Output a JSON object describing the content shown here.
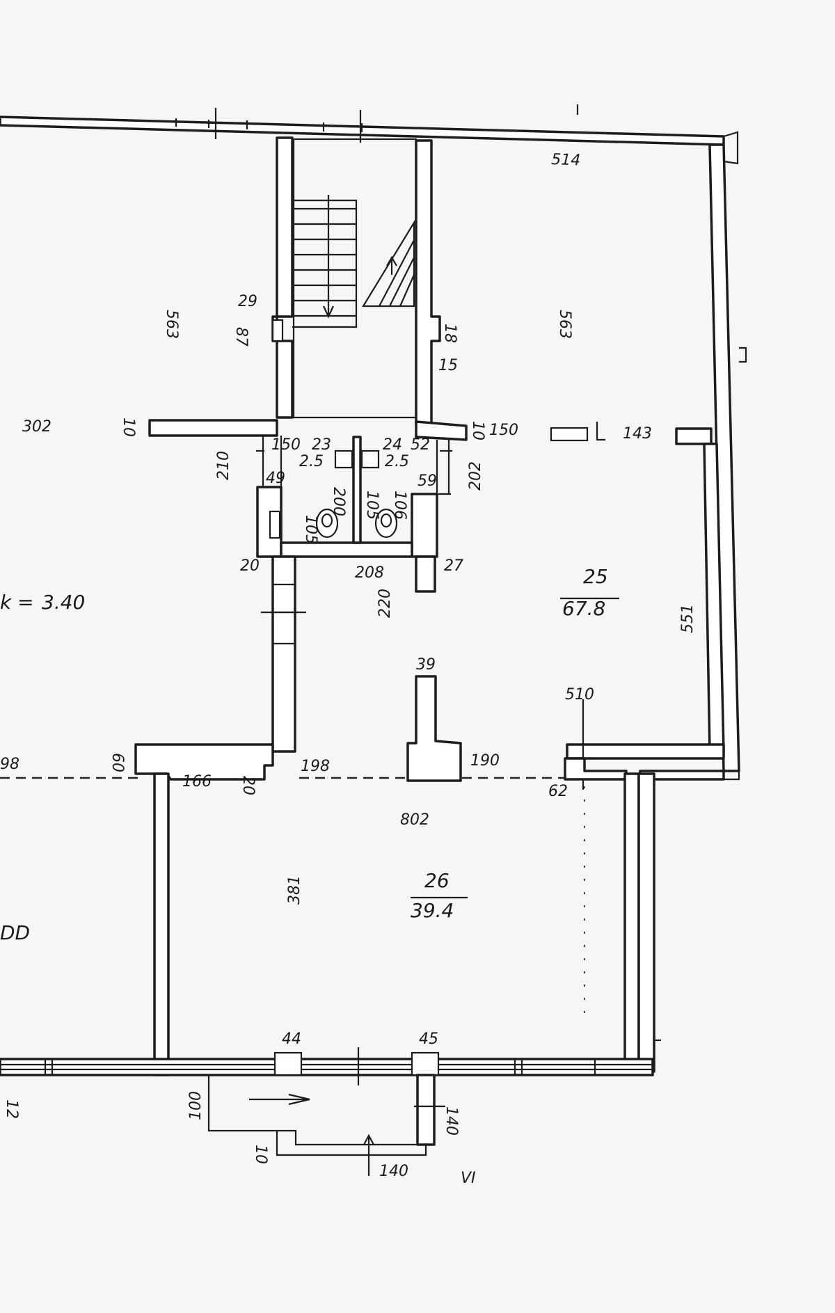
{
  "rooms": [
    {
      "number": "25",
      "area": "67.8"
    },
    {
      "number": "26",
      "area": "39.4"
    }
  ],
  "labels": {
    "area_left": "3.40",
    "area_left_prefix": "k =",
    "area_left_bottom": "DD",
    "label_98": "98",
    "label_302_left": "302",
    "label_302_bottom": "802",
    "label_514": "514",
    "label_563_left": "563",
    "label_563_right": "563",
    "label_29": "29",
    "label_87": "87",
    "label_18": "18",
    "label_15": "15",
    "label_10_a": "10",
    "label_10_b": "10",
    "label_150_a": "150",
    "label_150_b": "150",
    "label_23": "23",
    "label_25_a": "2.5",
    "label_25_b": "2.5",
    "label_24": "24",
    "label_52": "52",
    "label_49": "49",
    "label_59": "59",
    "label_210": "210",
    "label_202": "202",
    "label_200": "200",
    "label_105_a": "105",
    "label_105_b": "105",
    "label_106": "106",
    "label_20_a": "20",
    "label_20_b": "20",
    "label_208": "208",
    "label_27": "27",
    "label_220": "220",
    "label_39": "39",
    "label_143": "143",
    "label_551": "551",
    "label_510": "510",
    "label_60": "60",
    "label_166": "166",
    "label_198": "198",
    "label_190": "190",
    "label_62": "62",
    "label_381": "381",
    "label_44": "44",
    "label_45": "45",
    "label_100": "100",
    "label_140": "140",
    "label_bottom_dots": "140",
    "label_vi": "VI",
    "label_12": "12"
  }
}
